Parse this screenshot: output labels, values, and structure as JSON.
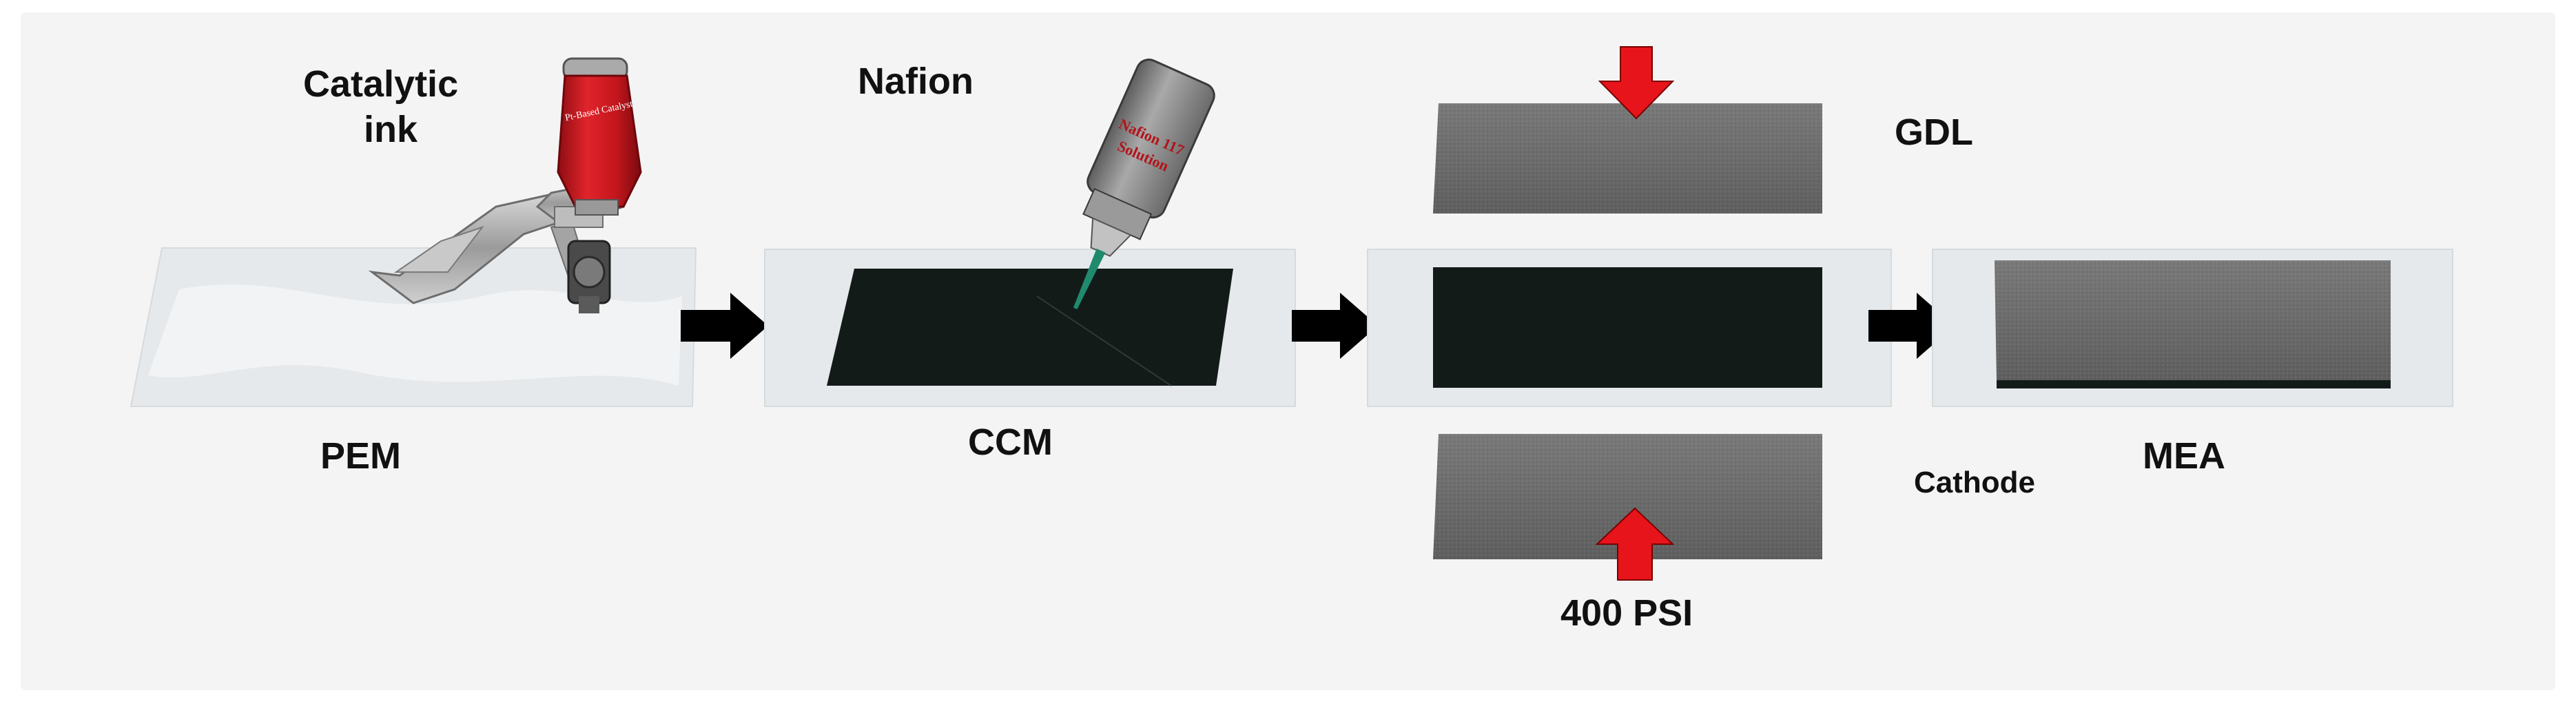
{
  "diagram": {
    "labels": {
      "catalytic_ink_line1": "Catalytic",
      "catalytic_ink_line2": "ink",
      "nafion": "Nafion",
      "gdl": "GDL",
      "pem": "PEM",
      "ccm": "CCM",
      "cathode": "Cathode",
      "mea": "MEA",
      "pressure": "400 PSI"
    },
    "ink_cup_label": "Pt-Based Catalyst",
    "bottle_label_line1": "Nafion 117",
    "bottle_label_line2": "Solution",
    "colors": {
      "background_panel": "#f4f4f4",
      "membrane": "#e6e9eb",
      "catalyst_layer": "#131b19",
      "gdl": "#6b6b6b",
      "pressure_arrow": "#e8141b",
      "flow_arrow": "#000000",
      "ink_cup": "#c4161d",
      "nozzle": "#1f8a6e"
    }
  }
}
